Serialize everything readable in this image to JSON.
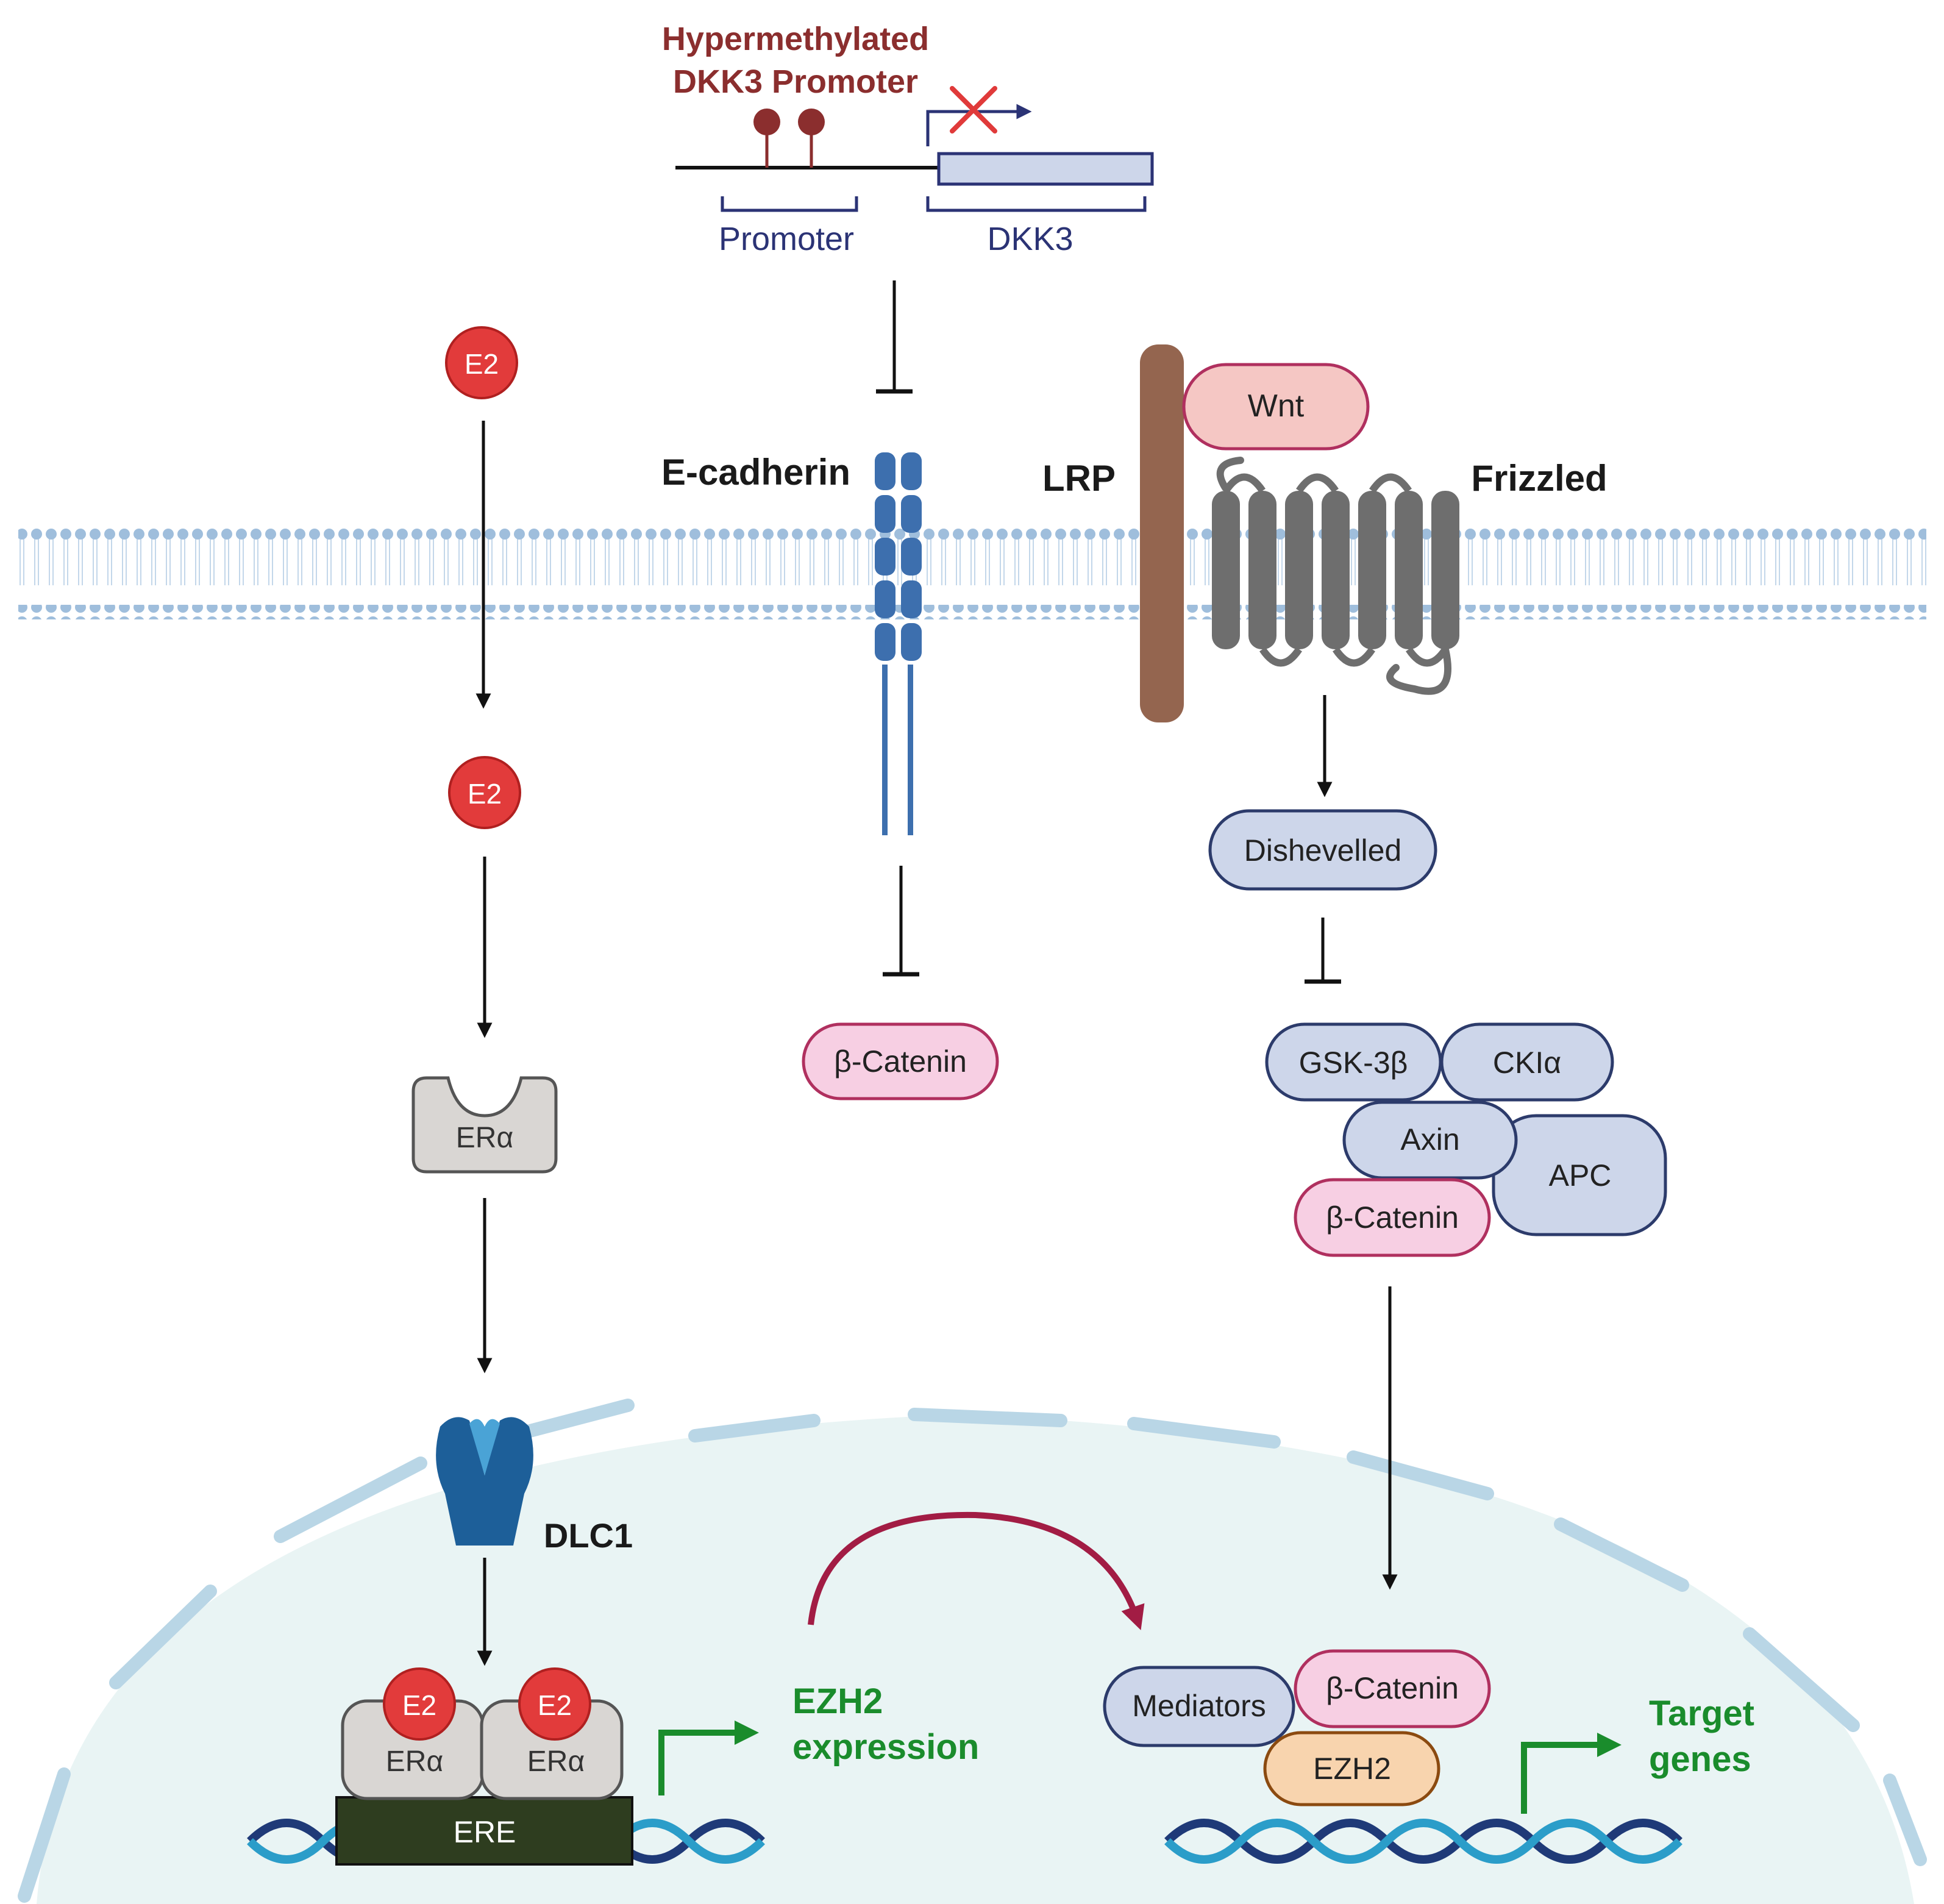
{
  "promoter_block": {
    "title_line1": "Hypermethylated",
    "title_line2": "DKK3 Promoter",
    "promoter_label": "Promoter",
    "gene_label": "DKK3"
  },
  "membrane_labels": {
    "ecadherin": "E-cadherin",
    "lrp": "LRP",
    "frizzled": "Frizzled",
    "wnt": "Wnt"
  },
  "estrogen_path": {
    "ligand": "E2",
    "receptor": "ERα",
    "channel": "DLC1",
    "element": "ERE",
    "output_line1": "EZH2",
    "output_line2": "expression"
  },
  "wnt_path": {
    "dishevelled": "Dishevelled",
    "gsk": "GSK-3β",
    "ck": "CKIα",
    "axin": "Axin",
    "apc": "APC",
    "catenin": "β-Catenin",
    "mediators": "Mediators",
    "ezh2": "EZH2",
    "output_line1": "Target",
    "output_line2": "genes"
  },
  "colors": {
    "e2_fill": "#e23b3b",
    "receptor_fill": "#d9d6d3",
    "blue_node": "#cdd6ea",
    "blue_stroke": "#2c3b6b",
    "pink_node": "#f7cfe3",
    "pink_stroke": "#b0305f",
    "ezh2_fill": "#f8d4ae",
    "green": "#1a8c2c",
    "promoter_red": "#8b2e2e",
    "navy": "#2b3375",
    "lrp_brown": "#94654f",
    "frizzled_gray": "#6e6e6e",
    "ecad_blue": "#3d6fae",
    "ere_fill": "#2e3d1f",
    "nucleus_fill": "#e9f4f4",
    "curved_arrow": "#a21c44"
  }
}
